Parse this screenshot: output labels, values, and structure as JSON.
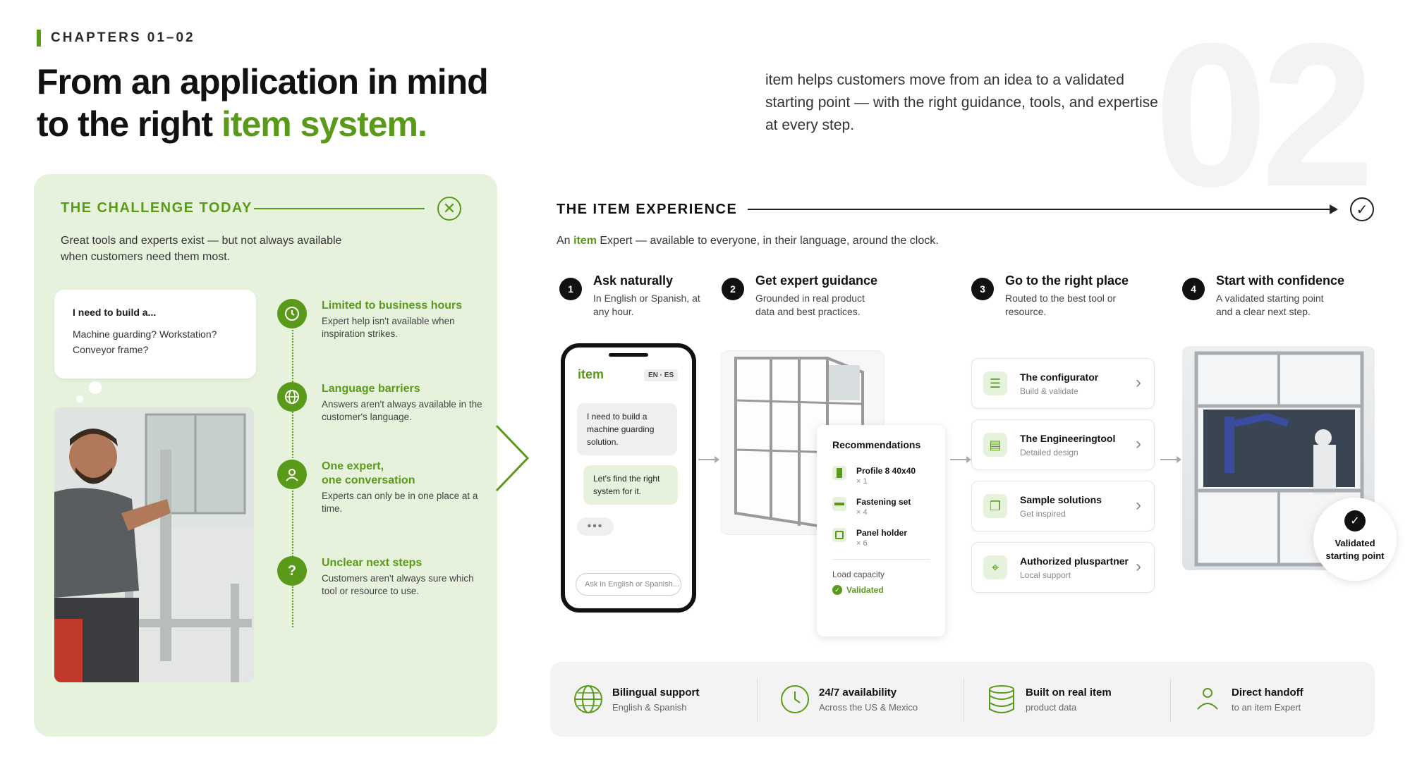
{
  "header": {
    "chapter": "CHAPTERS 01–02",
    "title_line1": "From an application in mind",
    "title_line2_prefix": "to the right ",
    "title_line2_accent": "item system.",
    "intro": "item helps customers move from an idea to a validated starting point — with the right guidance, tools, and expertise at every step.",
    "big_number": "02"
  },
  "challenge": {
    "heading": "THE CHALLENGE TODAY",
    "description": "Great tools and experts exist — but not always available when customers need them most.",
    "bubble_title": "I need to build a...",
    "bubble_text": "Machine guarding? Workstation? Conveyor frame?",
    "items": [
      {
        "title": "Limited to business hours",
        "text": "Expert help isn't available when inspiration strikes.",
        "icon": "clock-icon"
      },
      {
        "title": "Language barriers",
        "text": "Answers aren't always available in the customer's language.",
        "icon": "globe-icon"
      },
      {
        "title": "One expert,",
        "title2": "one conversation",
        "text": "Experts can only be in one place at a time.",
        "icon": "person-icon"
      },
      {
        "title": "Unclear next steps",
        "text": "Customers aren't always sure which tool or resource to use.",
        "icon": "question-icon"
      }
    ]
  },
  "experience": {
    "heading": "THE ITEM EXPERIENCE",
    "desc_prefix": "An ",
    "desc_accent": "item",
    "desc_suffix": " Expert — available to everyone, in their language, around the clock.",
    "steps": [
      {
        "num": "1",
        "title": "Ask naturally",
        "text": "In English or Spanish, at any hour."
      },
      {
        "num": "2",
        "title": "Get expert guidance",
        "text": "Grounded in real product data and best practices."
      },
      {
        "num": "3",
        "title": "Go to the right place",
        "text": "Routed to the best tool or resource."
      },
      {
        "num": "4",
        "title": "Start with confidence",
        "text": "A validated starting point and a clear next step."
      }
    ],
    "phone": {
      "logo": "item",
      "lang": "EN · ES",
      "user_msg": "I need to build a machine guarding solution.",
      "bot_msg": "Let's find the right system for it.",
      "typing": "•••",
      "input_placeholder": "Ask in English or Spanish..."
    },
    "recommendations": {
      "title": "Recommendations",
      "items": [
        {
          "name": "Profile 8 40x40",
          "qty": "× 1"
        },
        {
          "name": "Fastening set",
          "qty": "× 4"
        },
        {
          "name": "Panel holder",
          "qty": "× 6"
        }
      ],
      "load_label": "Load capacity",
      "validated": "Validated"
    },
    "tools": [
      {
        "name": "The configurator",
        "sub": "Build & validate",
        "icon": "list-icon"
      },
      {
        "name": "The Engineeringtool",
        "sub": "Detailed design",
        "icon": "document-icon"
      },
      {
        "name": "Sample solutions",
        "sub": "Get inspired",
        "icon": "copy-icon"
      },
      {
        "name": "Authorized pluspartner",
        "sub": "Local support",
        "icon": "location-pin-icon"
      }
    ],
    "badge": "Validated starting point"
  },
  "features": [
    {
      "title": "Bilingual support",
      "sub": "English & Spanish",
      "icon": "globe-icon"
    },
    {
      "title": "24/7 availability",
      "sub": "Across the US & Mexico",
      "icon": "clock-icon"
    },
    {
      "title": "Built on real item",
      "sub": "product data",
      "icon": "database-icon"
    },
    {
      "title": "Direct handoff",
      "sub": "to an item Expert",
      "icon": "person-icon"
    }
  ],
  "colors": {
    "accent": "#5a9a1b",
    "panel": "#e7f2dc",
    "dark": "#111111"
  }
}
